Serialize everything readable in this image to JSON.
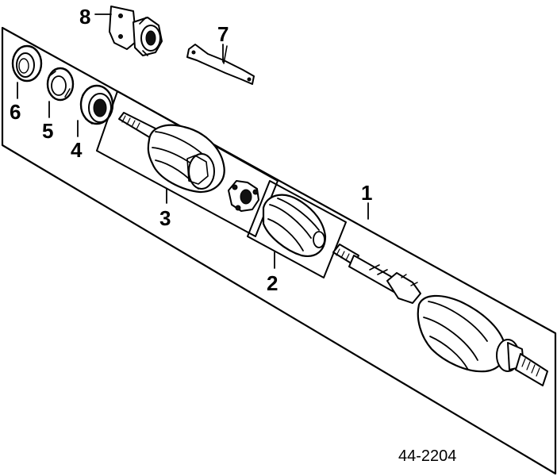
{
  "diagram": {
    "callouts": [
      {
        "id": "1",
        "label": "1"
      },
      {
        "id": "2",
        "label": "2"
      },
      {
        "id": "3",
        "label": "3"
      },
      {
        "id": "4",
        "label": "4"
      },
      {
        "id": "5",
        "label": "5"
      },
      {
        "id": "6",
        "label": "6"
      },
      {
        "id": "7",
        "label": "7"
      },
      {
        "id": "8",
        "label": "8"
      }
    ],
    "diagram_code": "44-2204"
  }
}
